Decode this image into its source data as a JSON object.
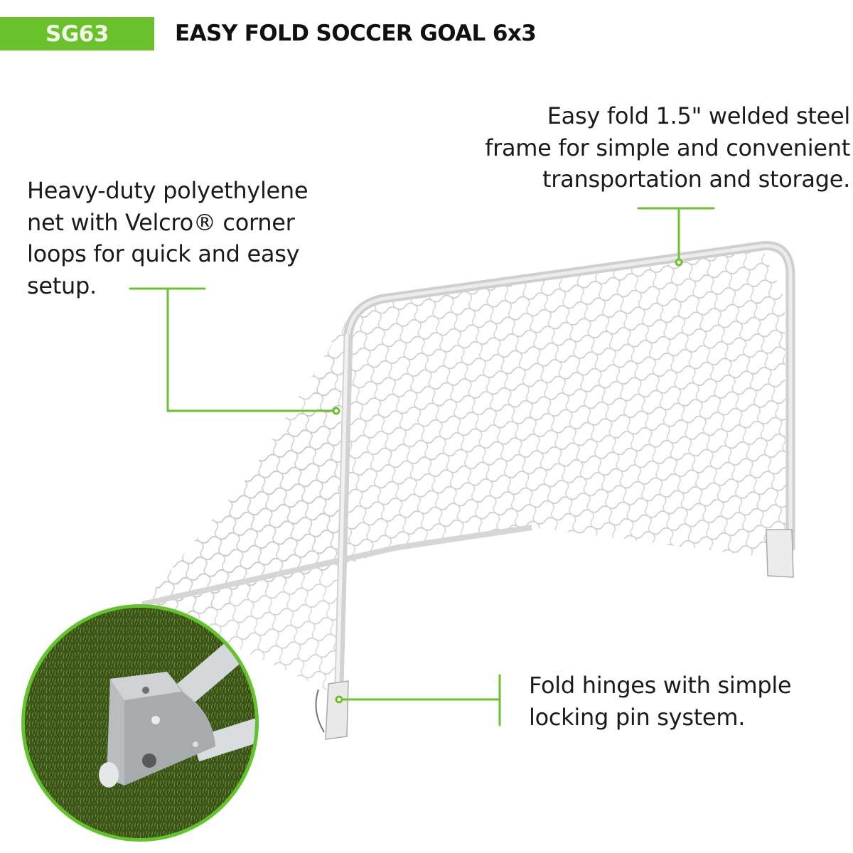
{
  "header": {
    "sku_badge": "SG63",
    "title": "EASY FOLD SOCCER GOAL 6x3"
  },
  "callouts": {
    "frame": {
      "lines": [
        "Easy fold 1.5\" welded steel",
        "frame for simple and convenient",
        "transportation and storage."
      ]
    },
    "net": {
      "lines": [
        "Heavy-duty polyethylene",
        "net with Velcro® corner",
        "loops for quick and easy",
        "setup."
      ]
    },
    "hinges": {
      "lines": [
        "Fold hinges with simple",
        "locking pin system."
      ]
    }
  },
  "images": {
    "main": "soccer-goal-with-net",
    "inset": "fold-hinge-closeup-on-grass"
  },
  "colors": {
    "accent_green": "#6ac12c",
    "callout_line_green": "#6cc22e",
    "text": "#161616",
    "frame_gray": "#c8c8c8"
  }
}
